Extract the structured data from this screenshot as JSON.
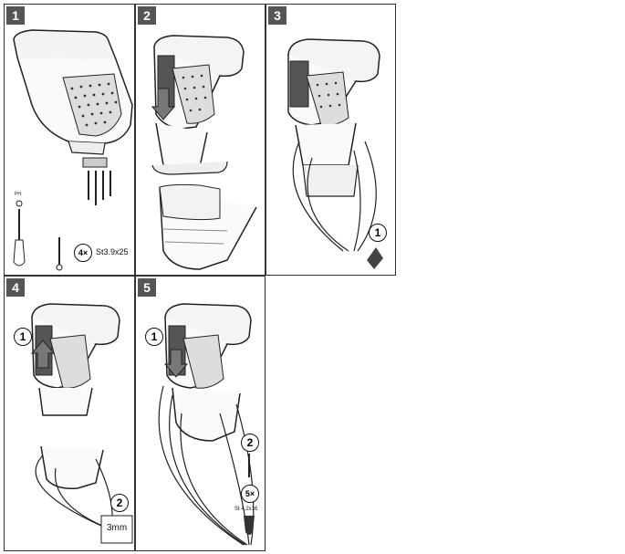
{
  "steps": [
    {
      "number": "1",
      "screw_qty": "4×",
      "screw_spec": "St3.9x25",
      "tool_label": "PH"
    },
    {
      "number": "2"
    },
    {
      "number": "3",
      "callout": "1"
    },
    {
      "number": "4",
      "callout_a": "1",
      "callout_b": "2",
      "gap": "3mm"
    },
    {
      "number": "5",
      "callout_a": "1",
      "callout_b": "2",
      "screw_qty": "5×",
      "screw_spec": "St 4,2x16"
    }
  ]
}
